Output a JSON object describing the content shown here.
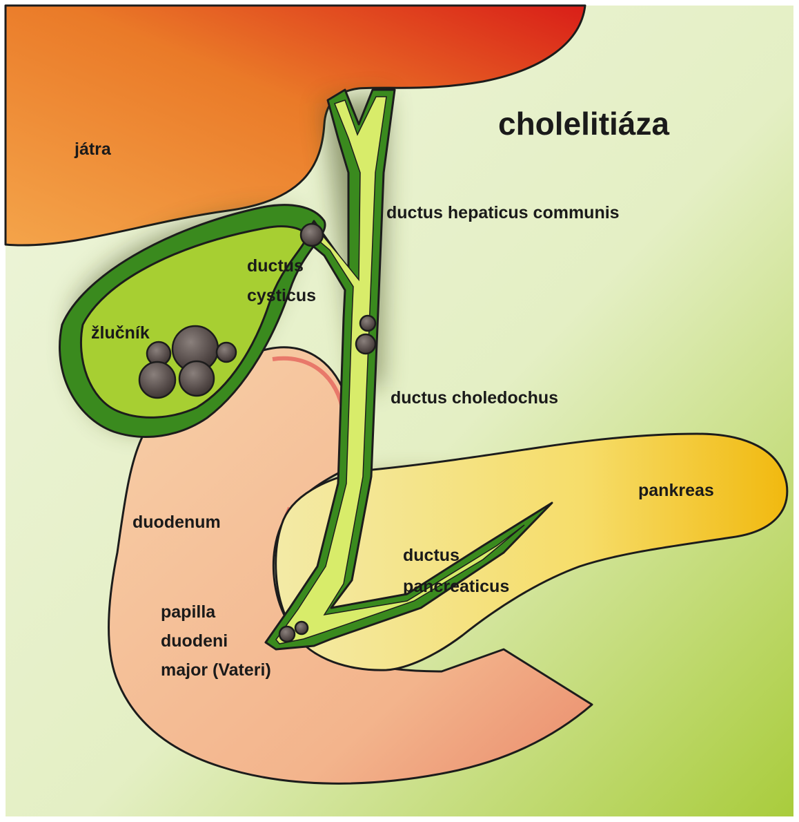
{
  "title": "cholelitiáza",
  "labels": {
    "liver": "játra",
    "gallbladder": "žlučník",
    "cystic_duct": [
      "ductus",
      "cysticus"
    ],
    "hepatic_duct": "ductus hepaticus communis",
    "bile_duct": "ductus choledochus",
    "pancreas": "pankreas",
    "duodenum": "duodenum",
    "pancreatic_duct": [
      "ductus",
      "pancreaticus"
    ],
    "papilla": [
      "papilla",
      "duodeni",
      "major (Vateri)"
    ]
  }
}
